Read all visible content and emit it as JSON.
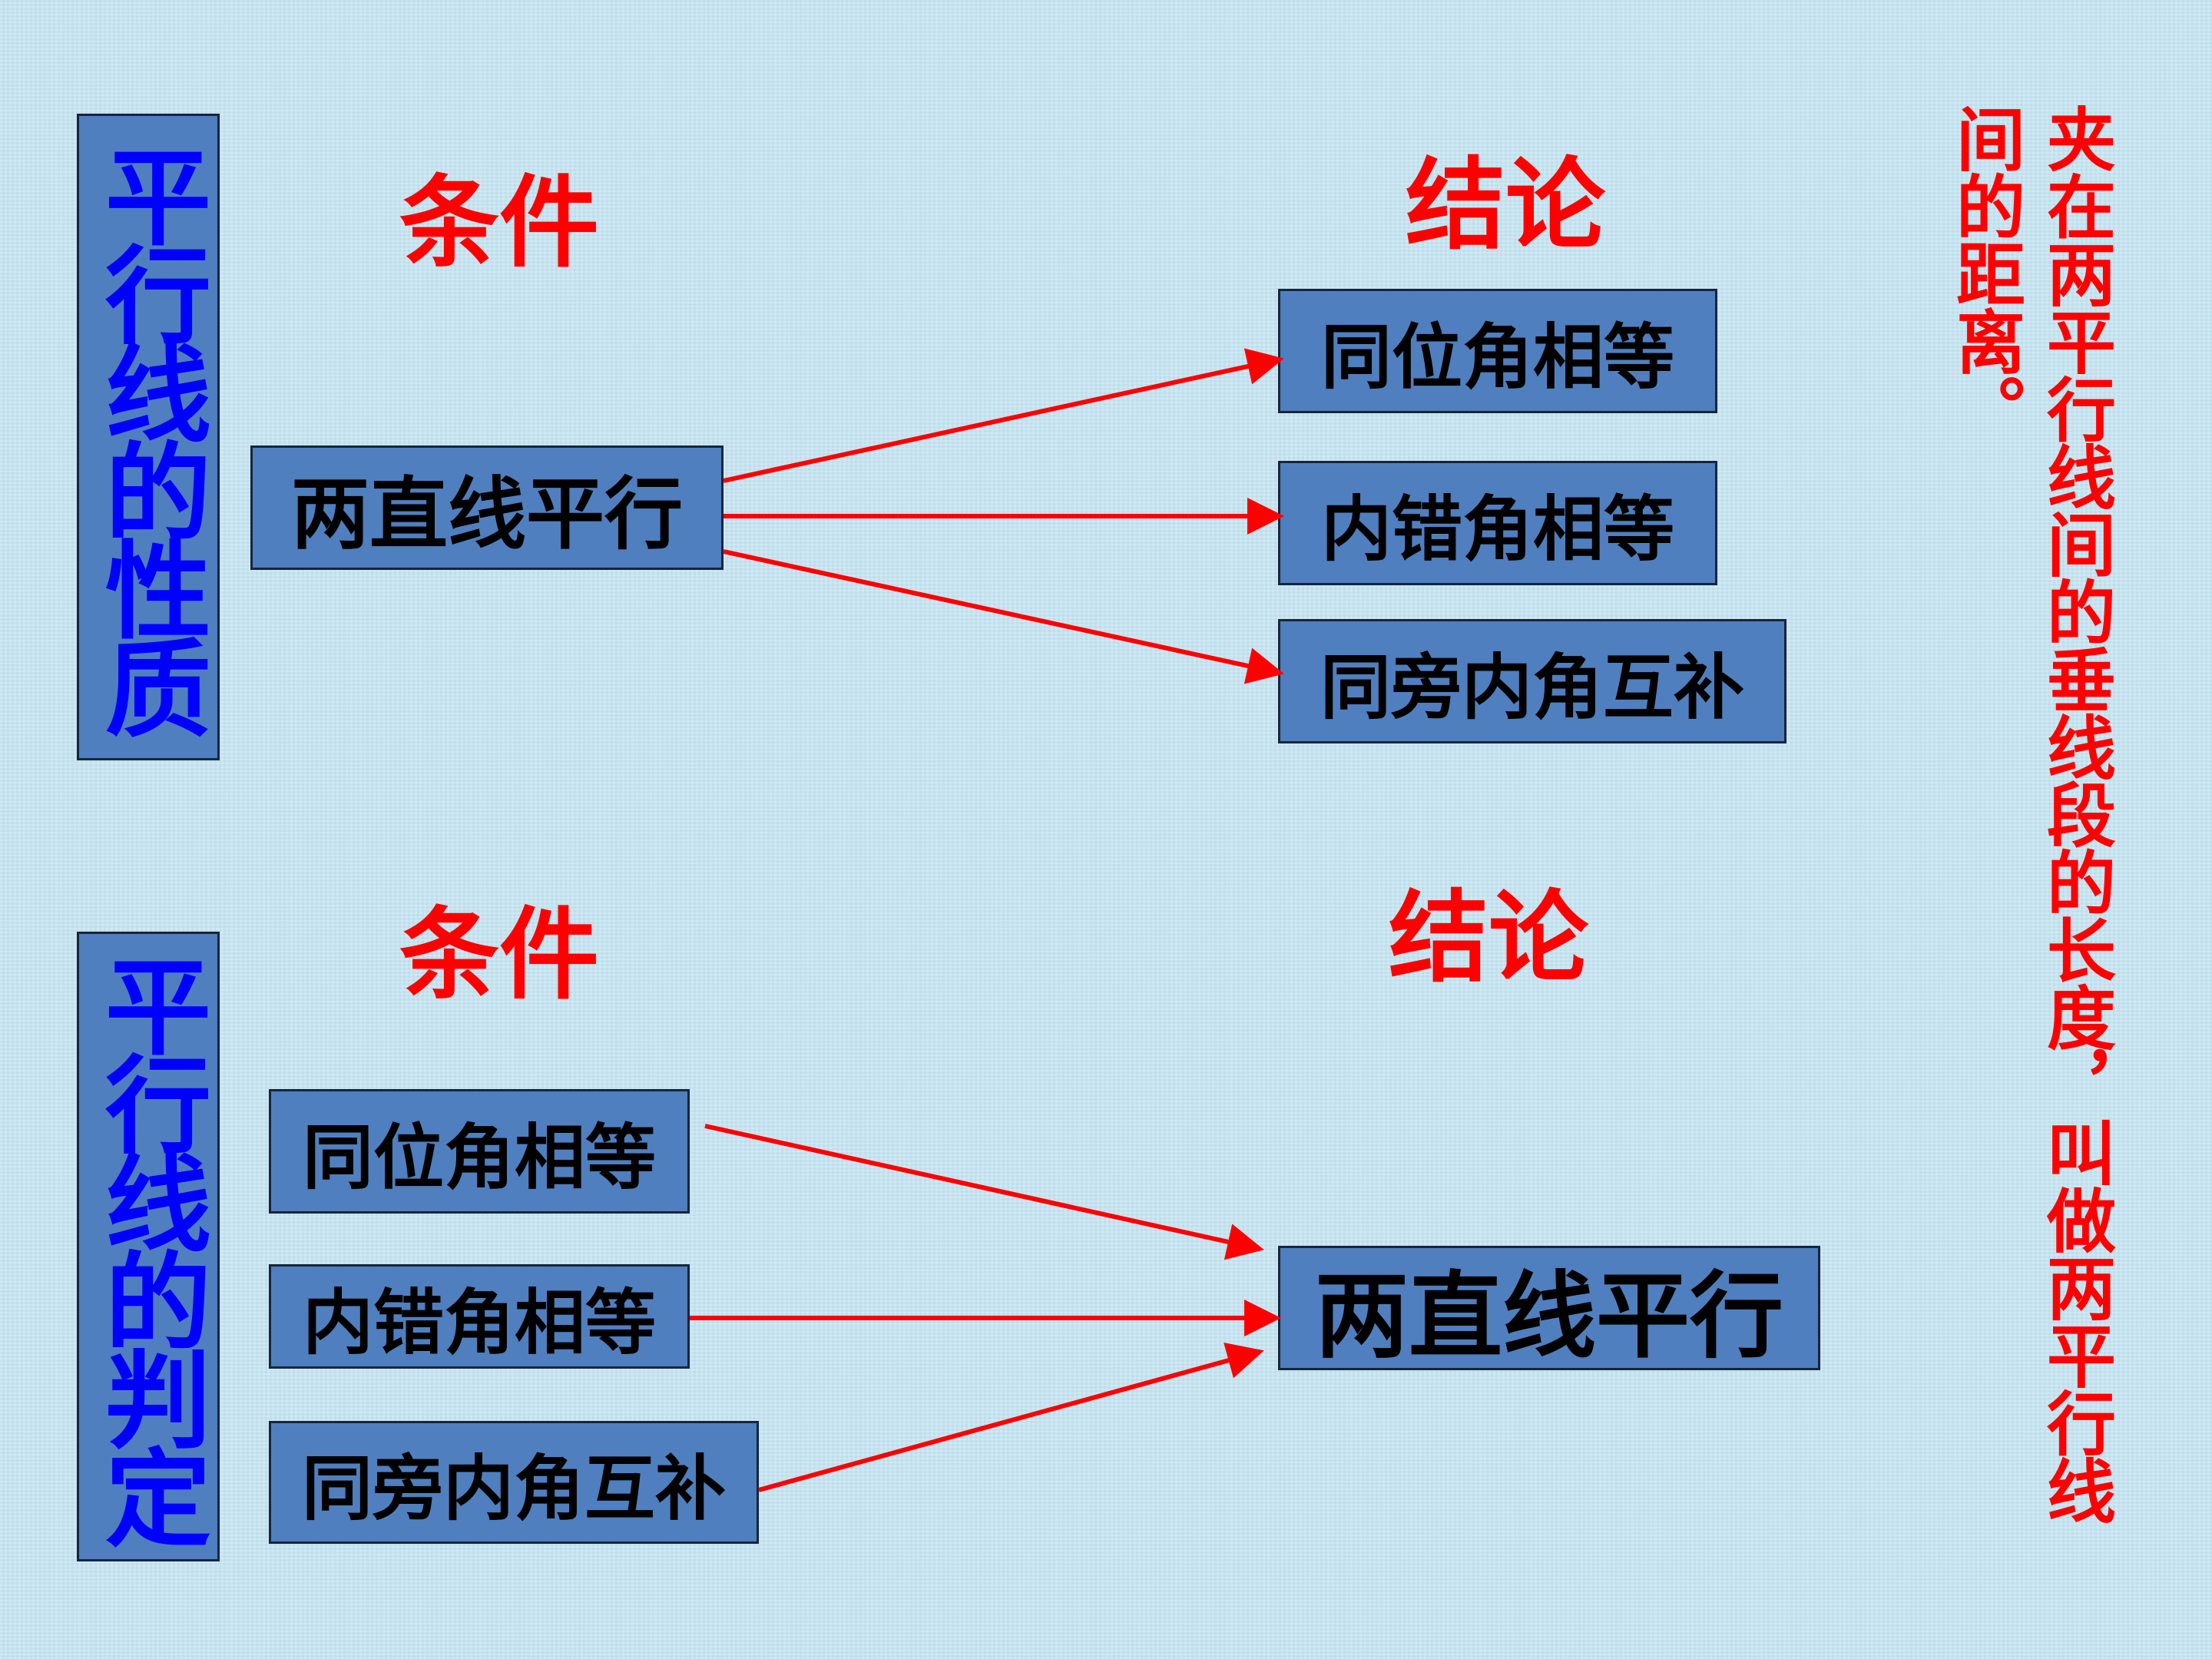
{
  "properties": {
    "title": "平行线的性质",
    "condition_heading": "条件",
    "conclusion_heading": "结论",
    "condition": "两直线平行",
    "conclusions": [
      "同位角相等",
      "内错角相等",
      "同旁内角互补"
    ]
  },
  "criteria": {
    "title": "平行线的判定",
    "condition_heading": "条件",
    "conclusion_heading": "结论",
    "conditions": [
      "同位角相等",
      "内错角相等",
      "同旁内角互补"
    ],
    "conclusion": "两直线平行"
  },
  "note": "夹在两平行线间的垂线段的长度，叫做两平行线间的距离。",
  "colors": {
    "box_fill": "#4f7fbe",
    "box_border": "#17253a",
    "title_text": "#0000ff",
    "heading_text": "#ff0000",
    "arrow": "#ff0000"
  }
}
